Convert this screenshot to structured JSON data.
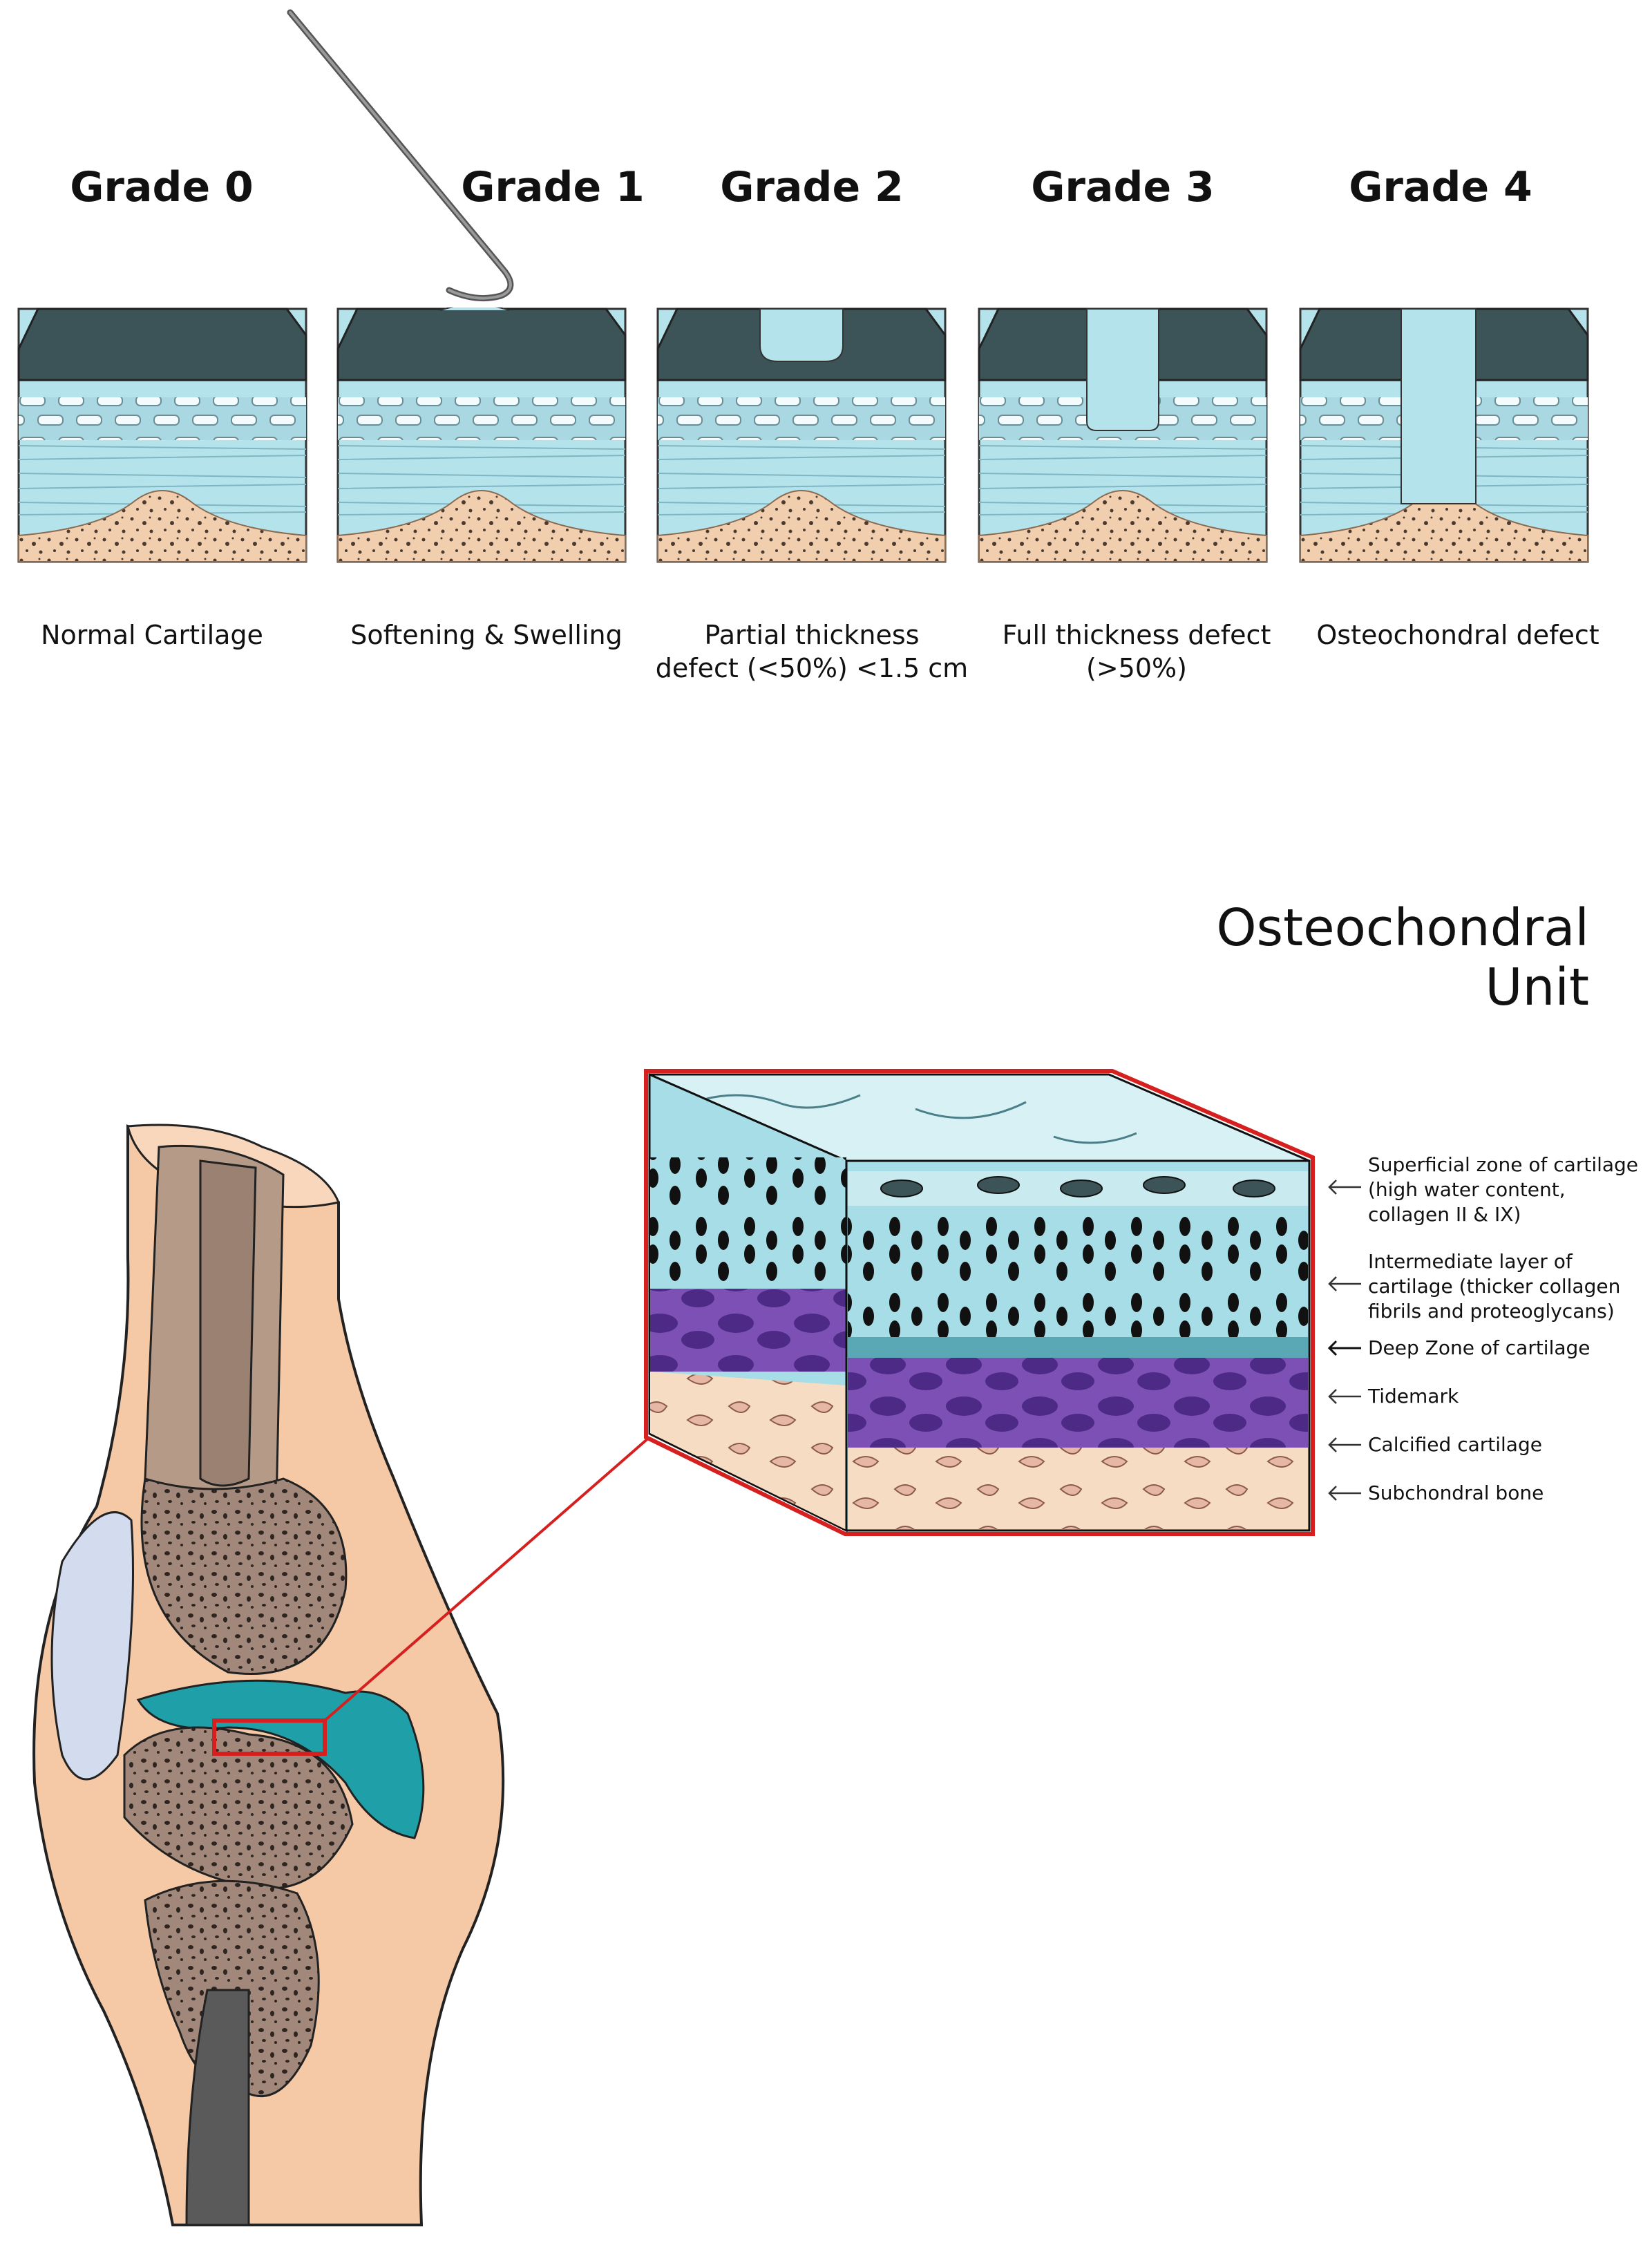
{
  "grades": [
    {
      "title": "Grade 0",
      "caption": "Normal Cartilage"
    },
    {
      "title": "Grade 1",
      "caption": "Softening & Swelling"
    },
    {
      "title": "Grade 2",
      "caption": "Partial thickness\ndefect (<50%) <1.5 cm"
    },
    {
      "title": "Grade 3",
      "caption": "Full thickness defect\n(>50%)"
    },
    {
      "title": "Grade 4",
      "caption": "Osteochondral defect"
    }
  ],
  "unit_title": "Osteochondral Unit",
  "layers": [
    {
      "label": "Superficial zone of cartilage\n(high water content,\ncollagen II & IX)"
    },
    {
      "label": "Intermediate layer of\ncartilage (thicker collagen\nfibrils and proteoglycans)"
    },
    {
      "label": "Deep Zone of cartilage"
    },
    {
      "label": "Tidemark"
    },
    {
      "label": "Calcified cartilage"
    },
    {
      "label": "Subchondral bone"
    }
  ],
  "colors": {
    "cartilage_dark": "#3c5357",
    "cartilage_light": "#b4e3ec",
    "bone_tan": "#f1c9a8",
    "calcified_purple": "#6a3fa0",
    "skin": "#f6c9a6",
    "meniscus_teal": "#1f9fa8",
    "highlight_red": "#d62020"
  },
  "icons": [
    "probe-icon"
  ]
}
